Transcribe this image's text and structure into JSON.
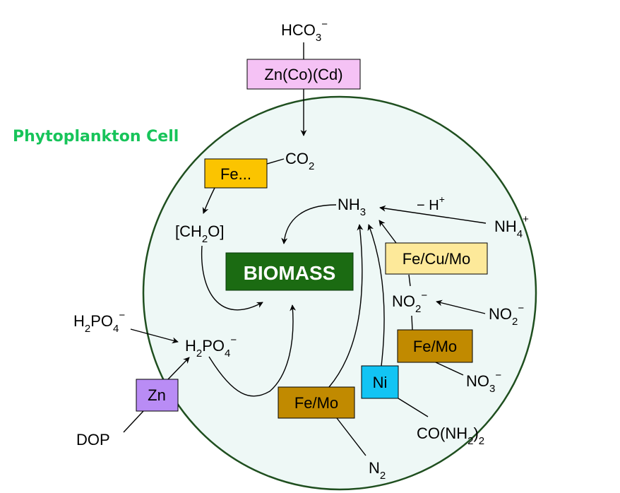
{
  "cell_title": "Phytoplankton Cell",
  "biomass": "BIOMASS",
  "enzymes": {
    "carbonate": "Zn(Co)(Cd)",
    "carbon_fixation": "Fe...",
    "ammonium": "Fe/Cu/Mo",
    "nitrate": "Fe/Mo",
    "nitrogen_fixation": "Fe/Mo",
    "urea": "Ni",
    "phosphate": "Zn"
  },
  "species": {
    "bicarbonate": {
      "base": "HCO",
      "sub": "3",
      "sup": "−"
    },
    "co2": {
      "base": "CO",
      "sub": "2"
    },
    "carbohydrate": {
      "pre": "[CH",
      "sub": "2",
      "post": "O]"
    },
    "ammonia": {
      "base": "NH",
      "sub": "3"
    },
    "proton_loss": {
      "base": "− H",
      "sup": "+"
    },
    "ammonium": {
      "base": "NH",
      "sub": "4",
      "sup": "+"
    },
    "nitrite_internal": {
      "base": "NO",
      "sub": "2",
      "sup": "−"
    },
    "nitrite_external": {
      "base": "NO",
      "sub": "2",
      "sup": "−"
    },
    "nitrate": {
      "base": "NO",
      "sub": "3",
      "sup": "−"
    },
    "urea": {
      "pre": "CO(NH",
      "sub": "2",
      "post": ")",
      "sub2": "2"
    },
    "dinitrogen": {
      "base": "N",
      "sub": "2"
    },
    "phosphate_external": {
      "pre": "H",
      "sub": "2",
      "post": "PO",
      "sub2": "4",
      "sup": "−"
    },
    "phosphate_internal": {
      "pre": "H",
      "sub": "2",
      "post": "PO",
      "sub2": "4",
      "sup": "−"
    },
    "dop": {
      "base": "DOP"
    }
  },
  "colors": {
    "cell_fill": "#eef8f6",
    "cell_border": "#1f4f1f",
    "title": "#17c45a",
    "biomass_fill": "#1b6b12",
    "zn_co_cd": "#f5c2f5",
    "fe": "#fbc400",
    "fe_cu_mo": "#fde99a",
    "fe_mo": "#c18a00",
    "ni": "#12c4f4",
    "zn": "#b98cf5"
  }
}
